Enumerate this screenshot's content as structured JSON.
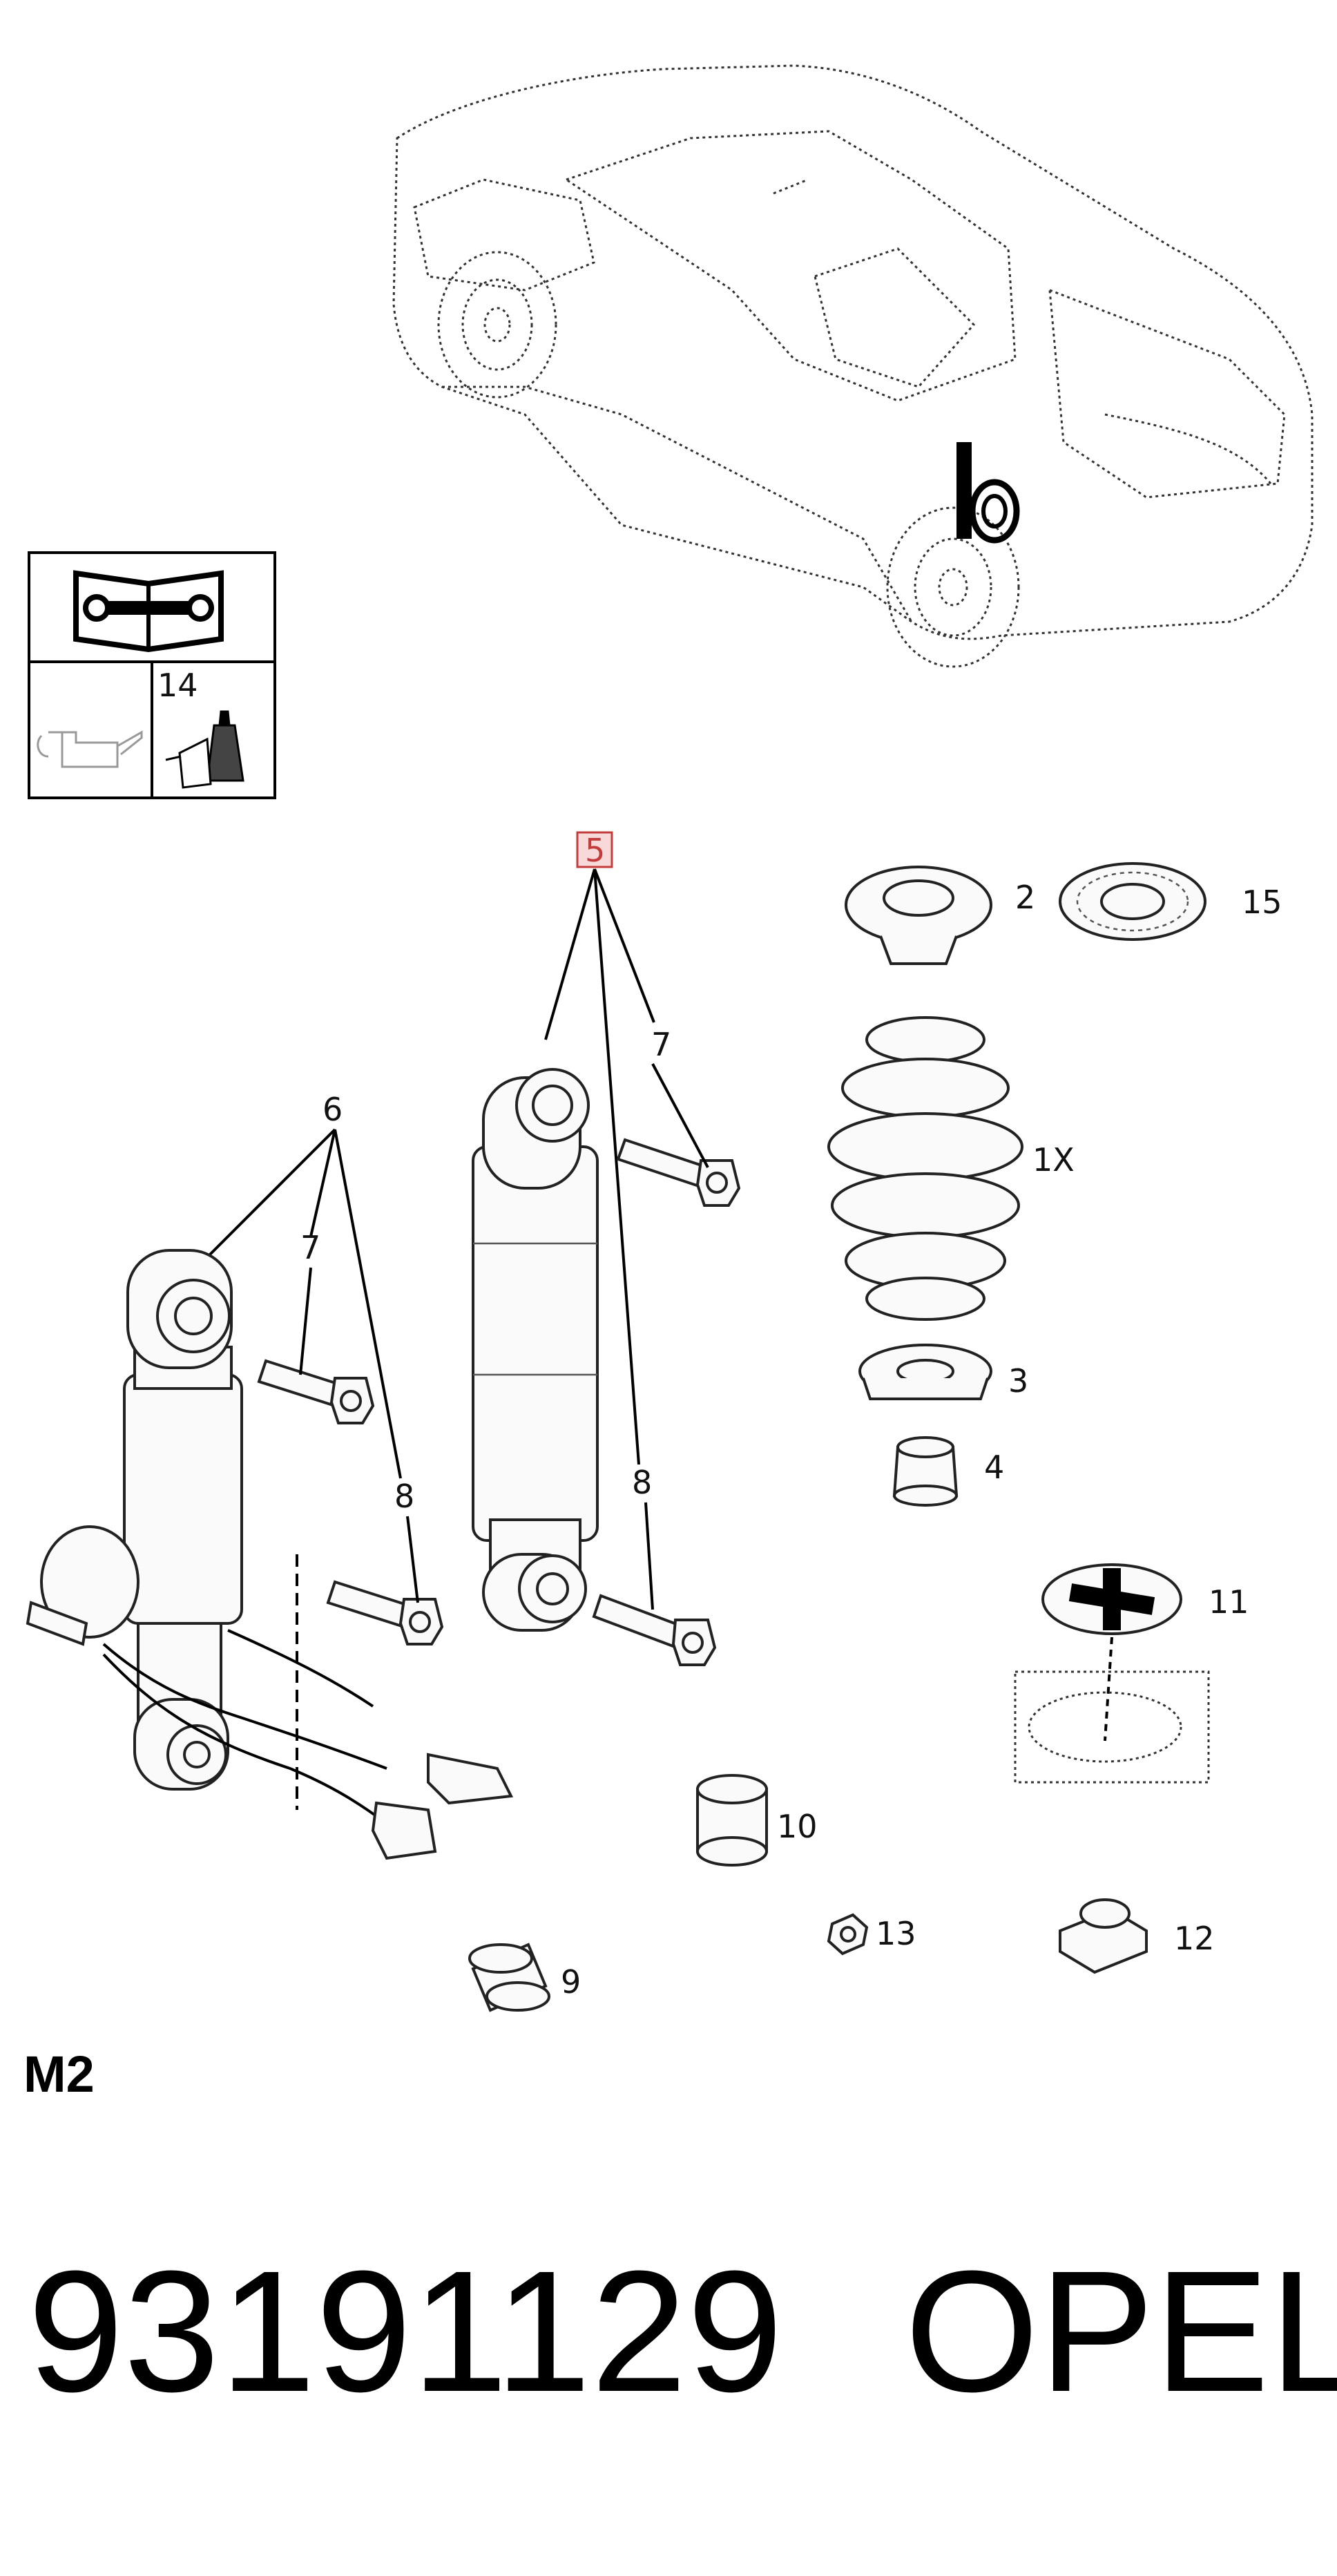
{
  "callouts": {
    "c5": "5",
    "c2": "2",
    "c15": "15",
    "c7a": "7",
    "c6": "6",
    "c7b": "7",
    "c1x": "1X",
    "c3": "3",
    "c4": "4",
    "c8a": "8",
    "c8b": "8",
    "c11": "11",
    "c10": "10",
    "c13": "13",
    "c12": "12",
    "c9": "9",
    "c14": "14"
  },
  "section_label": "M2",
  "part_number": "93191129",
  "brand": "OPEL",
  "colors": {
    "highlight": "#c43b3b",
    "highlight_fill": "#f8d9d9",
    "ink": "#111111"
  },
  "icons": [
    "repair-manual-icon",
    "oil-can-icon",
    "lubricant-tube-icon"
  ]
}
